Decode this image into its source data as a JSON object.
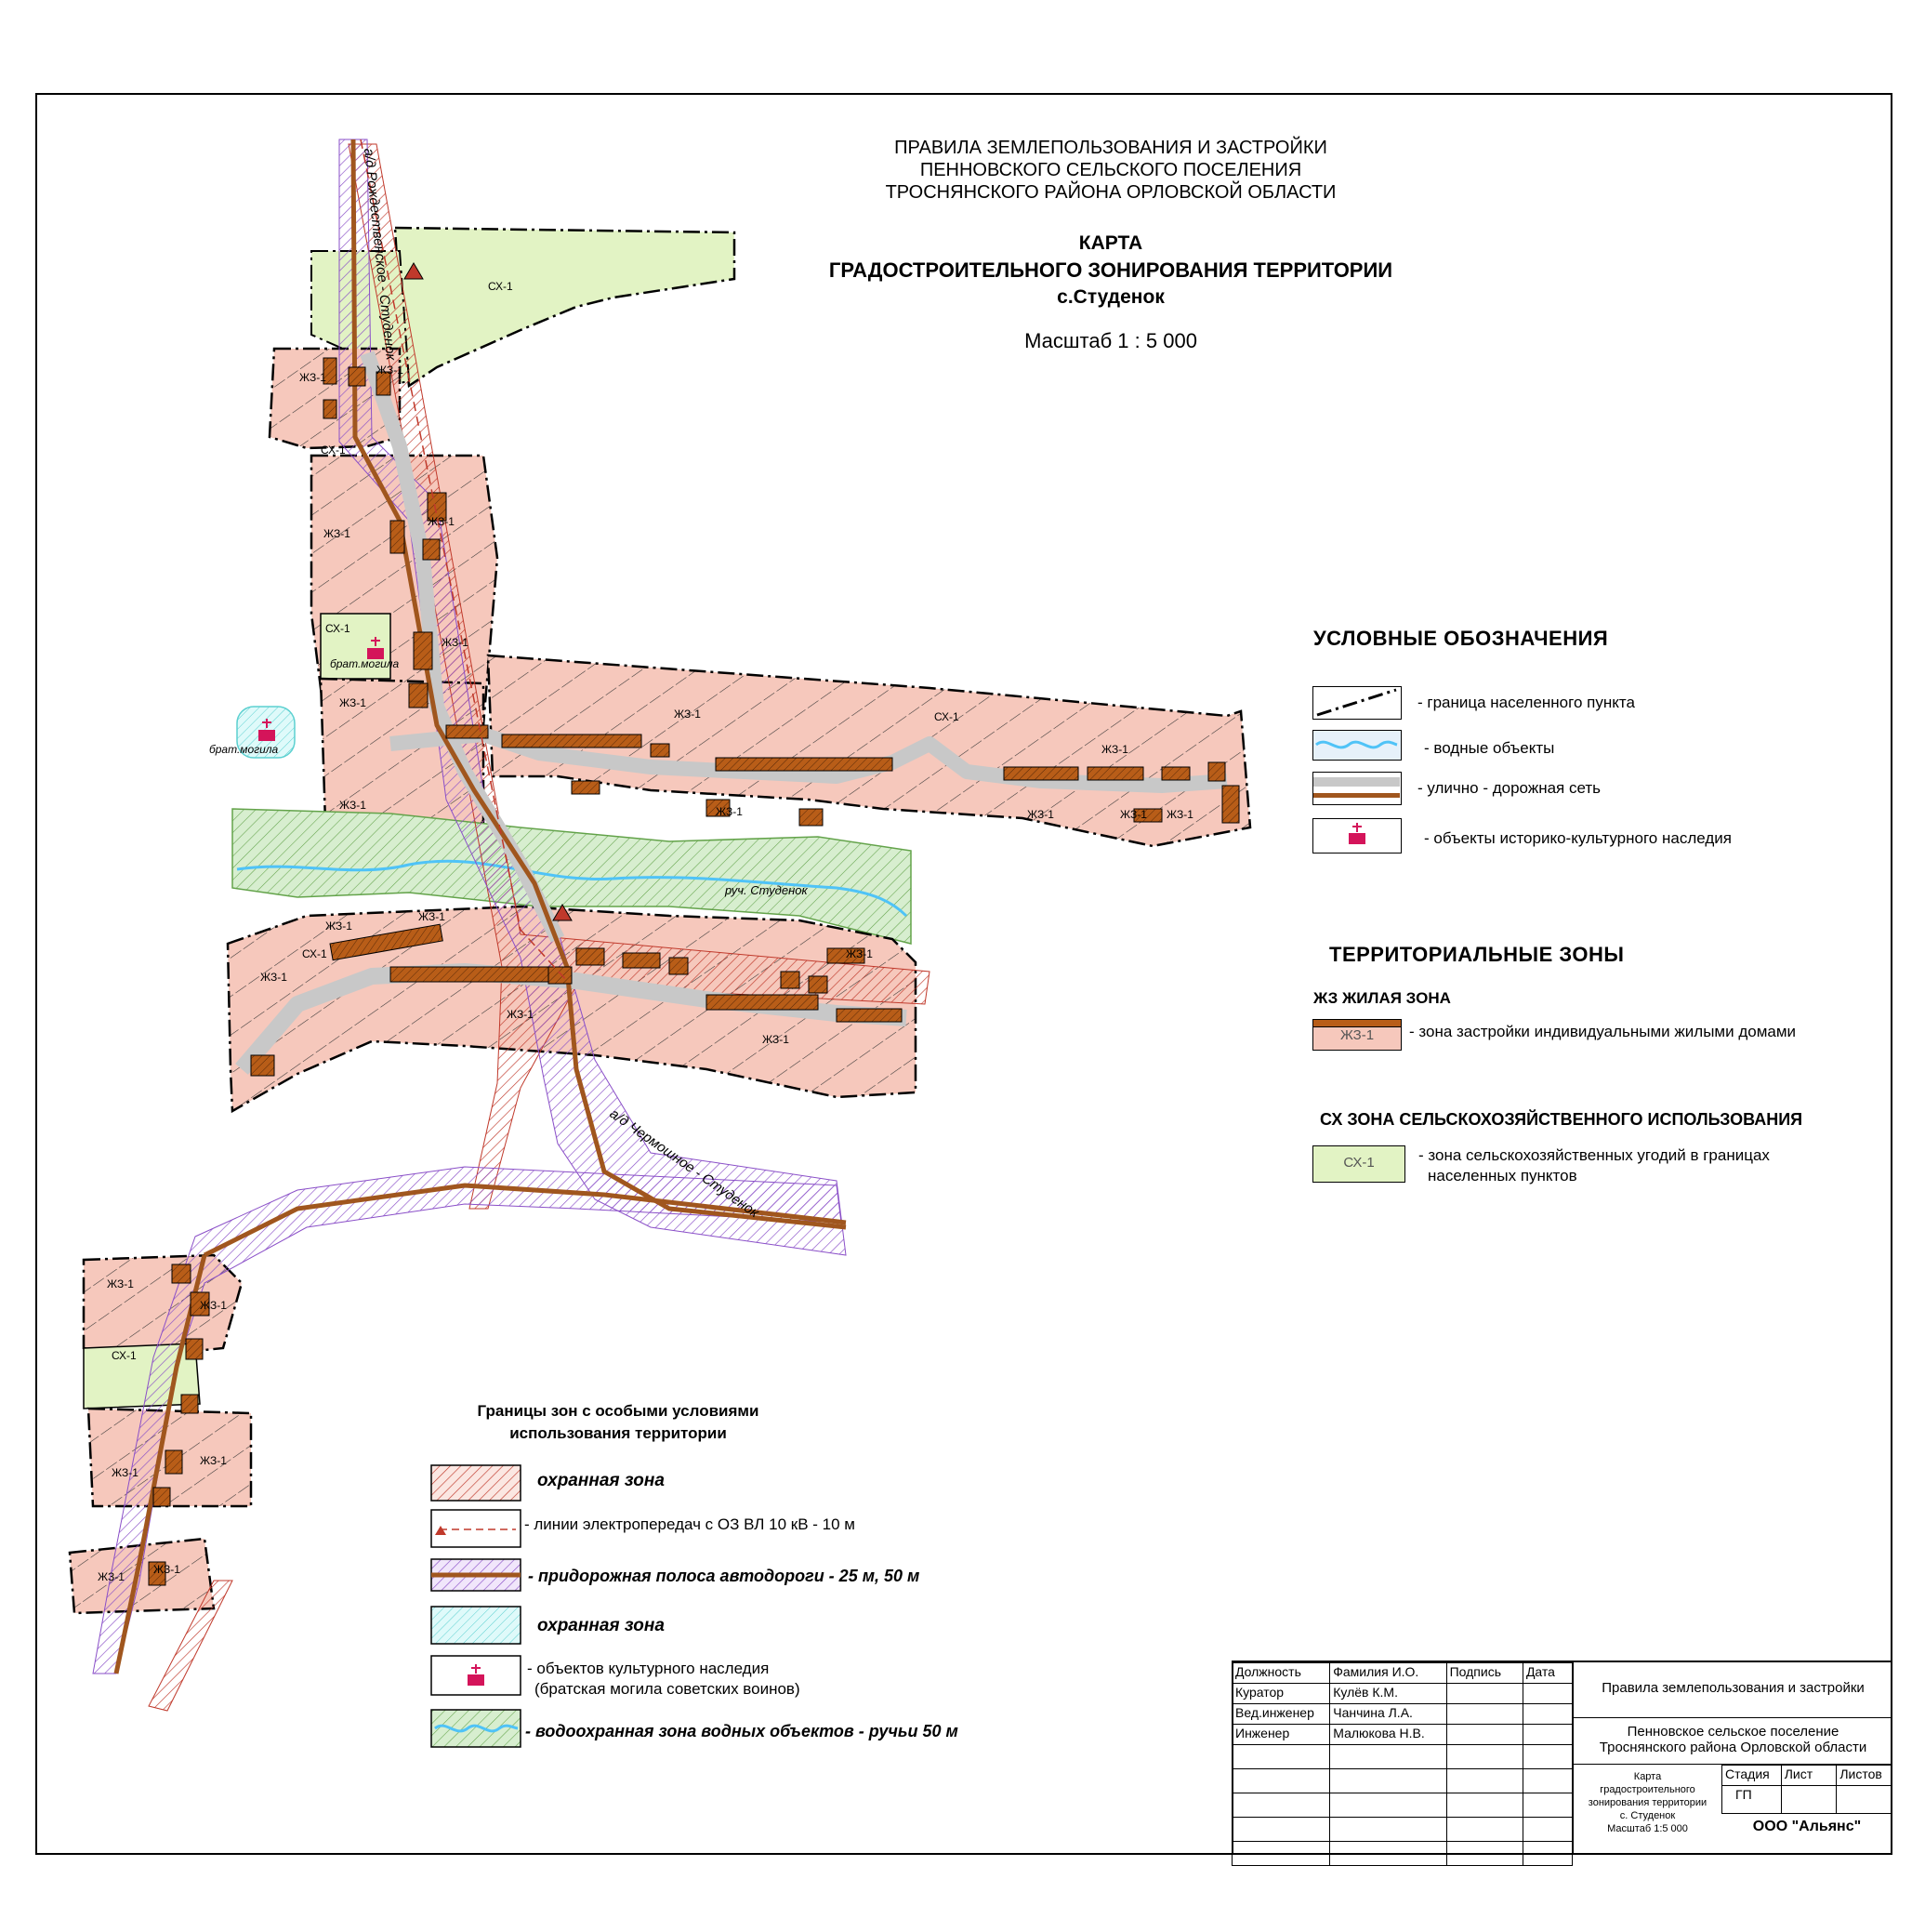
{
  "header": {
    "line1": "ПРАВИЛА ЗЕМЛЕПОЛЬЗОВАНИЯ И ЗАСТРОЙКИ",
    "line2": "ПЕННОВСКОГО СЕЛЬСКОГО ПОСЕЛЕНИЯ",
    "line3": "ТРОСНЯНСКОГО РАЙОНА ОРЛОВСКОЙ ОБЛАСТИ",
    "map_title1": "КАРТА",
    "map_title2": "ГРАДОСТРОИТЕЛЬНОГО ЗОНИРОВАНИЯ ТЕРРИТОРИИ",
    "village": "с.Студенок",
    "scale": "Масштаб 1 : 5 000"
  },
  "colors": {
    "residential_fill": "#f6c8bc",
    "residential_building": "#b85d18",
    "agri_fill": "#e2f3c4",
    "road_gray": "#c8c8c8",
    "road_brown": "#a0561e",
    "water": "#4fc3f7",
    "water_zone": "#d7eecf",
    "protect_zone_red": "#c0392b",
    "roadside_purple": "#8a4fc8",
    "cyan_zone": "#a8f0f0",
    "heritage_magenta": "#d4145a"
  },
  "legend": {
    "title": "УСЛОВНЫЕ ОБОЗНАЧЕНИЯ",
    "items": [
      {
        "label": "- граница населенного пункта",
        "icon": "dash-dot-boundary"
      },
      {
        "label": "- водные объекты",
        "icon": "water-wave"
      },
      {
        "label": "- улично - дорожная сеть",
        "icon": "road-lines"
      },
      {
        "label": "- объекты историко-культурного наследия",
        "icon": "heritage-icon"
      }
    ]
  },
  "zones": {
    "title": "ТЕРРИТОРИАЛЬНЫЕ ЗОНЫ",
    "residential_heading": "ЖЗ ЖИЛАЯ ЗОНА",
    "residential_code": "ЖЗ-1",
    "residential_label": "- зона застройки индивидуальными жилыми домами",
    "agri_heading": "СХ  ЗОНА СЕЛЬСКОХОЗЯЙСТВЕННОГО ИСПОЛЬЗОВАНИЯ",
    "agri_code": "СХ-1",
    "agri_label_1": "- зона сельскохозяйственных угодий в границах",
    "agri_label_2": "населенных пунктов"
  },
  "special": {
    "title1": "Границы зон с особыми условиями",
    "title2": "использования территории",
    "items": [
      {
        "label": "охранная зона"
      },
      {
        "label": "- линии электропередач с ОЗ  ВЛ 10 кВ - 10 м"
      },
      {
        "label": "- придорожная полоса автодороги  - 25 м, 50 м"
      },
      {
        "label": "охранная зона"
      },
      {
        "label": "- объектов культурного наследия",
        "label2": "(братская могила советских воинов)"
      },
      {
        "label": "- водоохранная зона водных объектов - ручьи  50 м"
      }
    ]
  },
  "map_labels": {
    "zh": "ЖЗ-1",
    "sx": "СХ-1",
    "road_north": "а/д Рождественское - Студенок",
    "road_south": "а/д Чермошное - Студенок",
    "stream": "руч. Студенок",
    "grave1": "брат.могила",
    "grave2": "брат.могила"
  },
  "stamp": {
    "h_position": "Должность",
    "h_name": "Фамилия И.О.",
    "h_sign": "Подпись",
    "h_date": "Дата",
    "r1_pos": "Куратор",
    "r1_name": "Кулёв К.М.",
    "r2_pos": "Вед.инженер",
    "r2_name": "Чанчина Л.А.",
    "r3_pos": "Инженер",
    "r3_name": "Малюкова Н.В.",
    "project": "Правила землепользования и застройки",
    "org1": "Пенновское сельское поселение",
    "org2": "Троснянского района  Орловской области",
    "sheet1": "Карта",
    "sheet2": "градостроительного",
    "sheet3": "зонирования территории",
    "sheet4": "с. Студенок",
    "sheet5": "Масштаб 1:5 000",
    "stage_h": "Стадия",
    "list_h": "Лист",
    "lists_h": "Листов",
    "stage": "ГП",
    "company": "ООО \"Альянс\""
  }
}
